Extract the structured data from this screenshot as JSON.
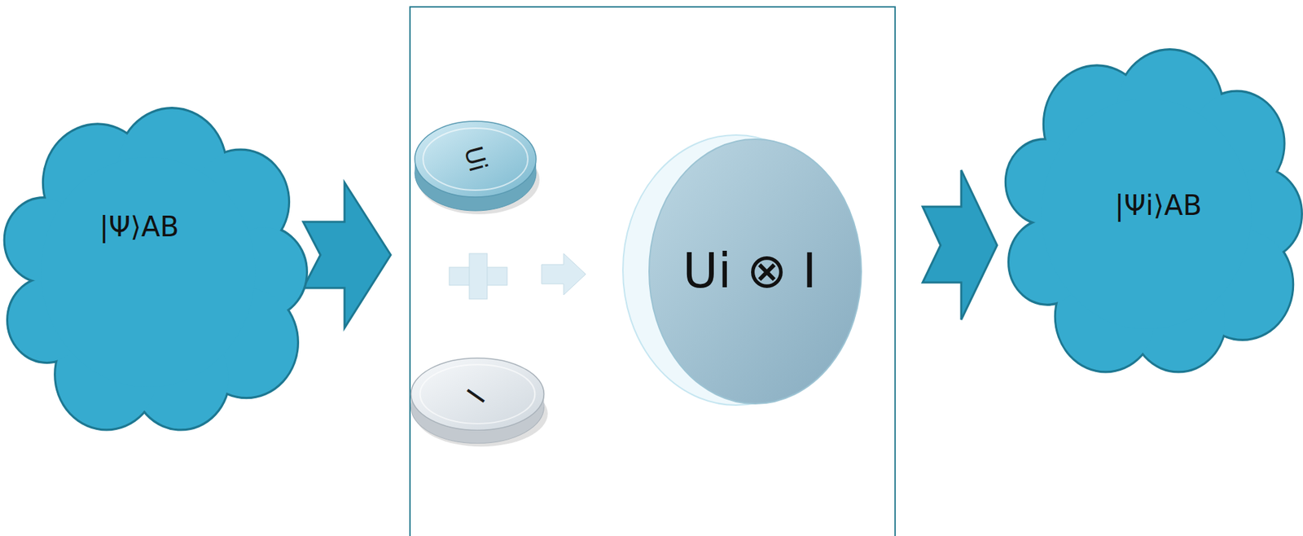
{
  "diagram": {
    "nodes": [
      {
        "text": [
          "|Ψ⟩AB"
        ]
      },
      {
        "text": [
          "Ui"
        ]
      },
      {
        "text": [
          "I"
        ]
      },
      {
        "text": [
          "Ui ⊗ I"
        ]
      },
      {
        "text": [
          "|Ψi⟩AB"
        ]
      }
    ]
  }
}
